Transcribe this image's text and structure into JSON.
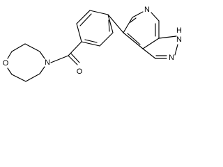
{
  "structure": {
    "atoms": {
      "ring_oxygen": "O",
      "morpholine_nitrogen": "N",
      "carbonyl_oxygen": "O",
      "pyridine_nitrogen": "N",
      "pyrrole_n1": "N",
      "pyrrole_n1_h": "H",
      "pyrazole_n2": "N"
    }
  },
  "colors": {
    "bond": "#000000",
    "label": "#000000",
    "background": "#ffffff"
  }
}
